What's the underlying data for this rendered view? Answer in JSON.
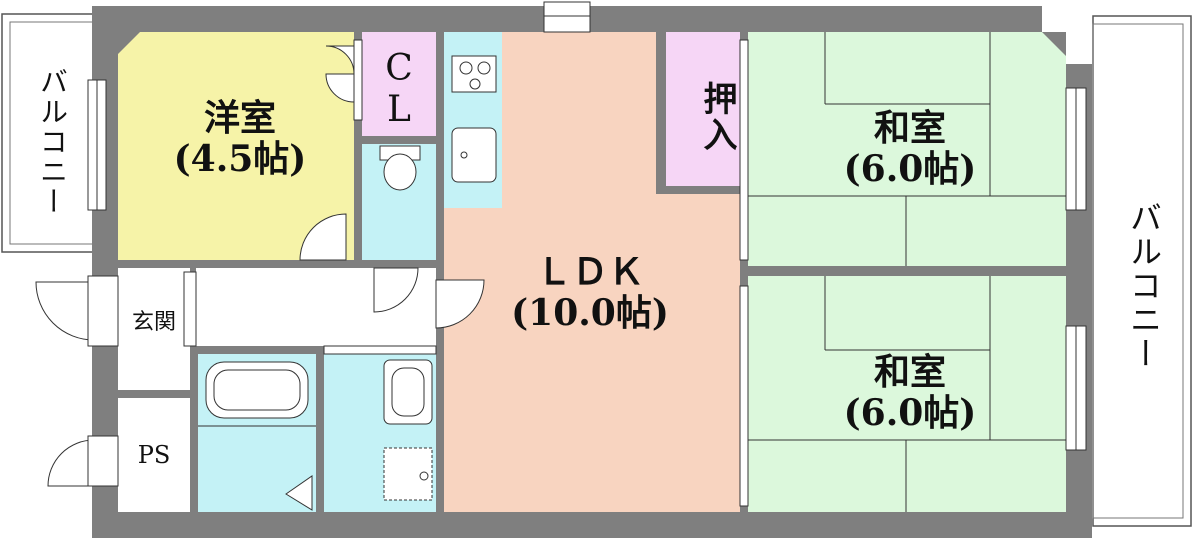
{
  "floorplan": {
    "rooms": {
      "western_room": {
        "name": "洋室",
        "size": "(4.5帖)"
      },
      "closet": {
        "line1": "C",
        "line2": "L"
      },
      "ldk": {
        "name": "ＬＤＫ",
        "size": "(10.0帖)"
      },
      "oshiire": {
        "name": "押入"
      },
      "japanese_room_top": {
        "name": "和室",
        "size": "(6.0帖)"
      },
      "japanese_room_bottom": {
        "name": "和室",
        "size": "(6.0帖)"
      },
      "entrance": {
        "name": "玄関"
      },
      "ps": {
        "name": "PS"
      }
    },
    "balconies": {
      "left": "バルコニー",
      "right": "バルコニー"
    },
    "colors": {
      "wall": "#7f7f7f",
      "western_room": "#f6f3a8",
      "closet": "#f6d6f6",
      "ldk": "#f8d4c0",
      "japanese_room": "#dcf8dc",
      "wet_area": "#c4f2f6",
      "hallway": "#ffffff"
    }
  }
}
